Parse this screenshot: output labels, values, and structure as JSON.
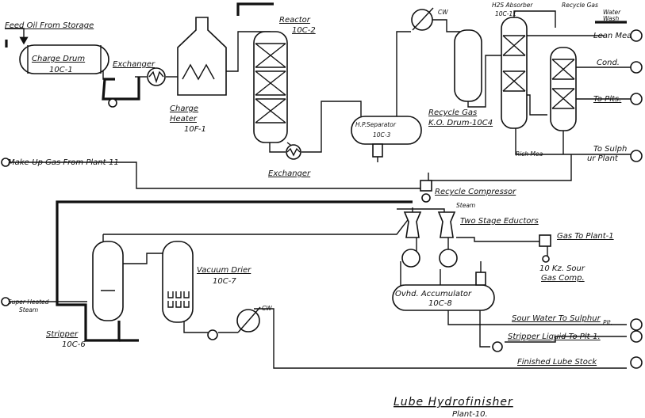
{
  "title": "Lube Hydrofinisher",
  "subtitle": "Plant-10.",
  "streams": {
    "feed_oil": "Feed Oil From Storage",
    "makeup_gas": "Make-Up Gas From Plant-11",
    "super_heated_steam_1": "Super Heated",
    "super_heated_steam_2": "Steam",
    "lean_mea": "Lean Mea",
    "cond": "Cond.",
    "to_plts": "To Plts.",
    "to_sulphur_1": "To Sulph",
    "to_sulphur_2": "ur Plant",
    "rich_mea": "Rich Mea",
    "steam": "Steam",
    "gas_to_plant1": "Gas To Plant-1",
    "sour_water_1": "Sour Water To Sulphur",
    "sour_water_2": "Plt.",
    "stripper_liquid": "Stripper Liquid To Plt-1.",
    "finished_lube": "Finished Lube Stock"
  },
  "equipment": {
    "charge_drum_1": "Charge Drum",
    "charge_drum_2": "10C-1",
    "exchanger_top": "Exchanger",
    "charge_heater_1": "Charge",
    "charge_heater_2": "Heater",
    "charge_heater_3": "10F-1",
    "reactor_1": "Reactor",
    "reactor_2": "10C-2",
    "exchanger_bottom": "Exchanger",
    "hp_separator_1": "H.P.Separator",
    "hp_separator_2": "10C-3",
    "cw_top": "CW",
    "h2s_absorber": "H2S Absorber",
    "h2s_absorber_tag": "10C-11",
    "recycle_gas_water_wash_1": "Recycle Gas",
    "recycle_gas_water_wash_2": "Water",
    "recycle_gas_water_wash_3": "Wash",
    "recycle_gas_ko_1": "Recycle Gas",
    "recycle_gas_ko_2": "K.O. Drum-10C4",
    "recycle_compressor": "Recycle Compressor",
    "two_stage_eductors": "Two Stage Eductors",
    "sour_gas_comp_1": "10 Kz. Sour",
    "sour_gas_comp_2": "Gas Comp.",
    "ovhd_accumulator_1": "Ovhd. Accumulator",
    "ovhd_accumulator_2": "10C-8",
    "vacuum_drier_1": "Vacuum Drier",
    "vacuum_drier_2": "10C-7",
    "stripper_1": "Stripper",
    "stripper_2": "10C-6",
    "cw_bottom": "CW"
  }
}
